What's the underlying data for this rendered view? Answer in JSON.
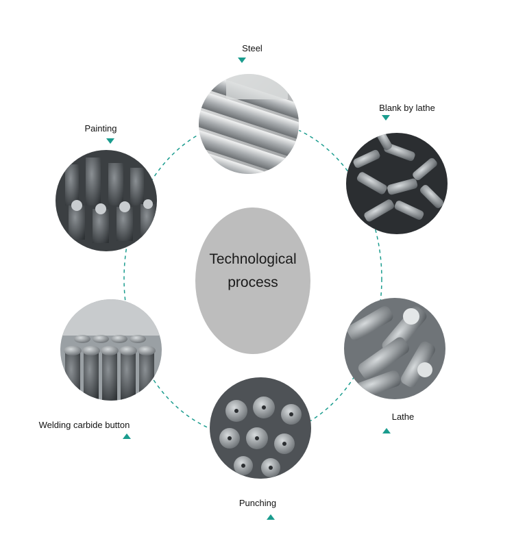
{
  "title": "Technological process",
  "center": {
    "line1": "Technological",
    "line2": "process"
  },
  "accent_color": "#1a9c8e",
  "steps": [
    {
      "label": "Steel",
      "image": "steel-bars-photo"
    },
    {
      "label": "Blank by lathe",
      "image": "lathe-blanks-photo"
    },
    {
      "label": "Lathe",
      "image": "lathed-bits-photo"
    },
    {
      "label": "Punching",
      "image": "punched-heads-photo"
    },
    {
      "label": "Welding carbide button",
      "image": "carbide-button-bits-photo"
    },
    {
      "label": "Painting",
      "image": "painted-bits-photo"
    }
  ]
}
